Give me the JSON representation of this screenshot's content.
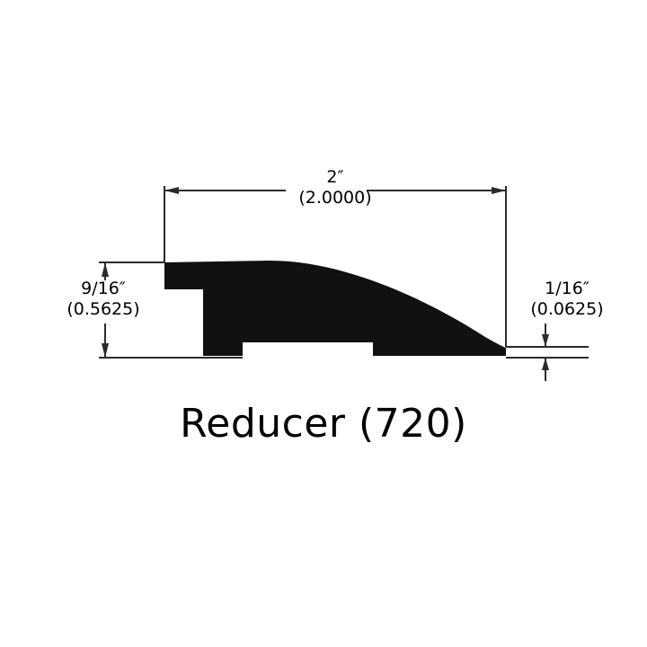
{
  "title": "Reducer (720)",
  "colors": {
    "profile_fill": "#111111",
    "line": "#2b2b2b",
    "background": "#ffffff",
    "text": "#000000"
  },
  "dimensions": {
    "width": {
      "name": "width-dimension",
      "fraction": "2″",
      "decimal": "(2.0000)",
      "value_inches": 2.0,
      "orientation": "horizontal",
      "position": "top"
    },
    "height": {
      "name": "height-dimension",
      "fraction": "9/16″",
      "decimal": "(0.5625)",
      "value_inches": 0.5625,
      "orientation": "vertical",
      "position": "left"
    },
    "thickness": {
      "name": "thickness-dimension",
      "fraction": "1/16″",
      "decimal": "(0.0625)",
      "value_inches": 0.0625,
      "orientation": "vertical",
      "position": "right"
    }
  }
}
